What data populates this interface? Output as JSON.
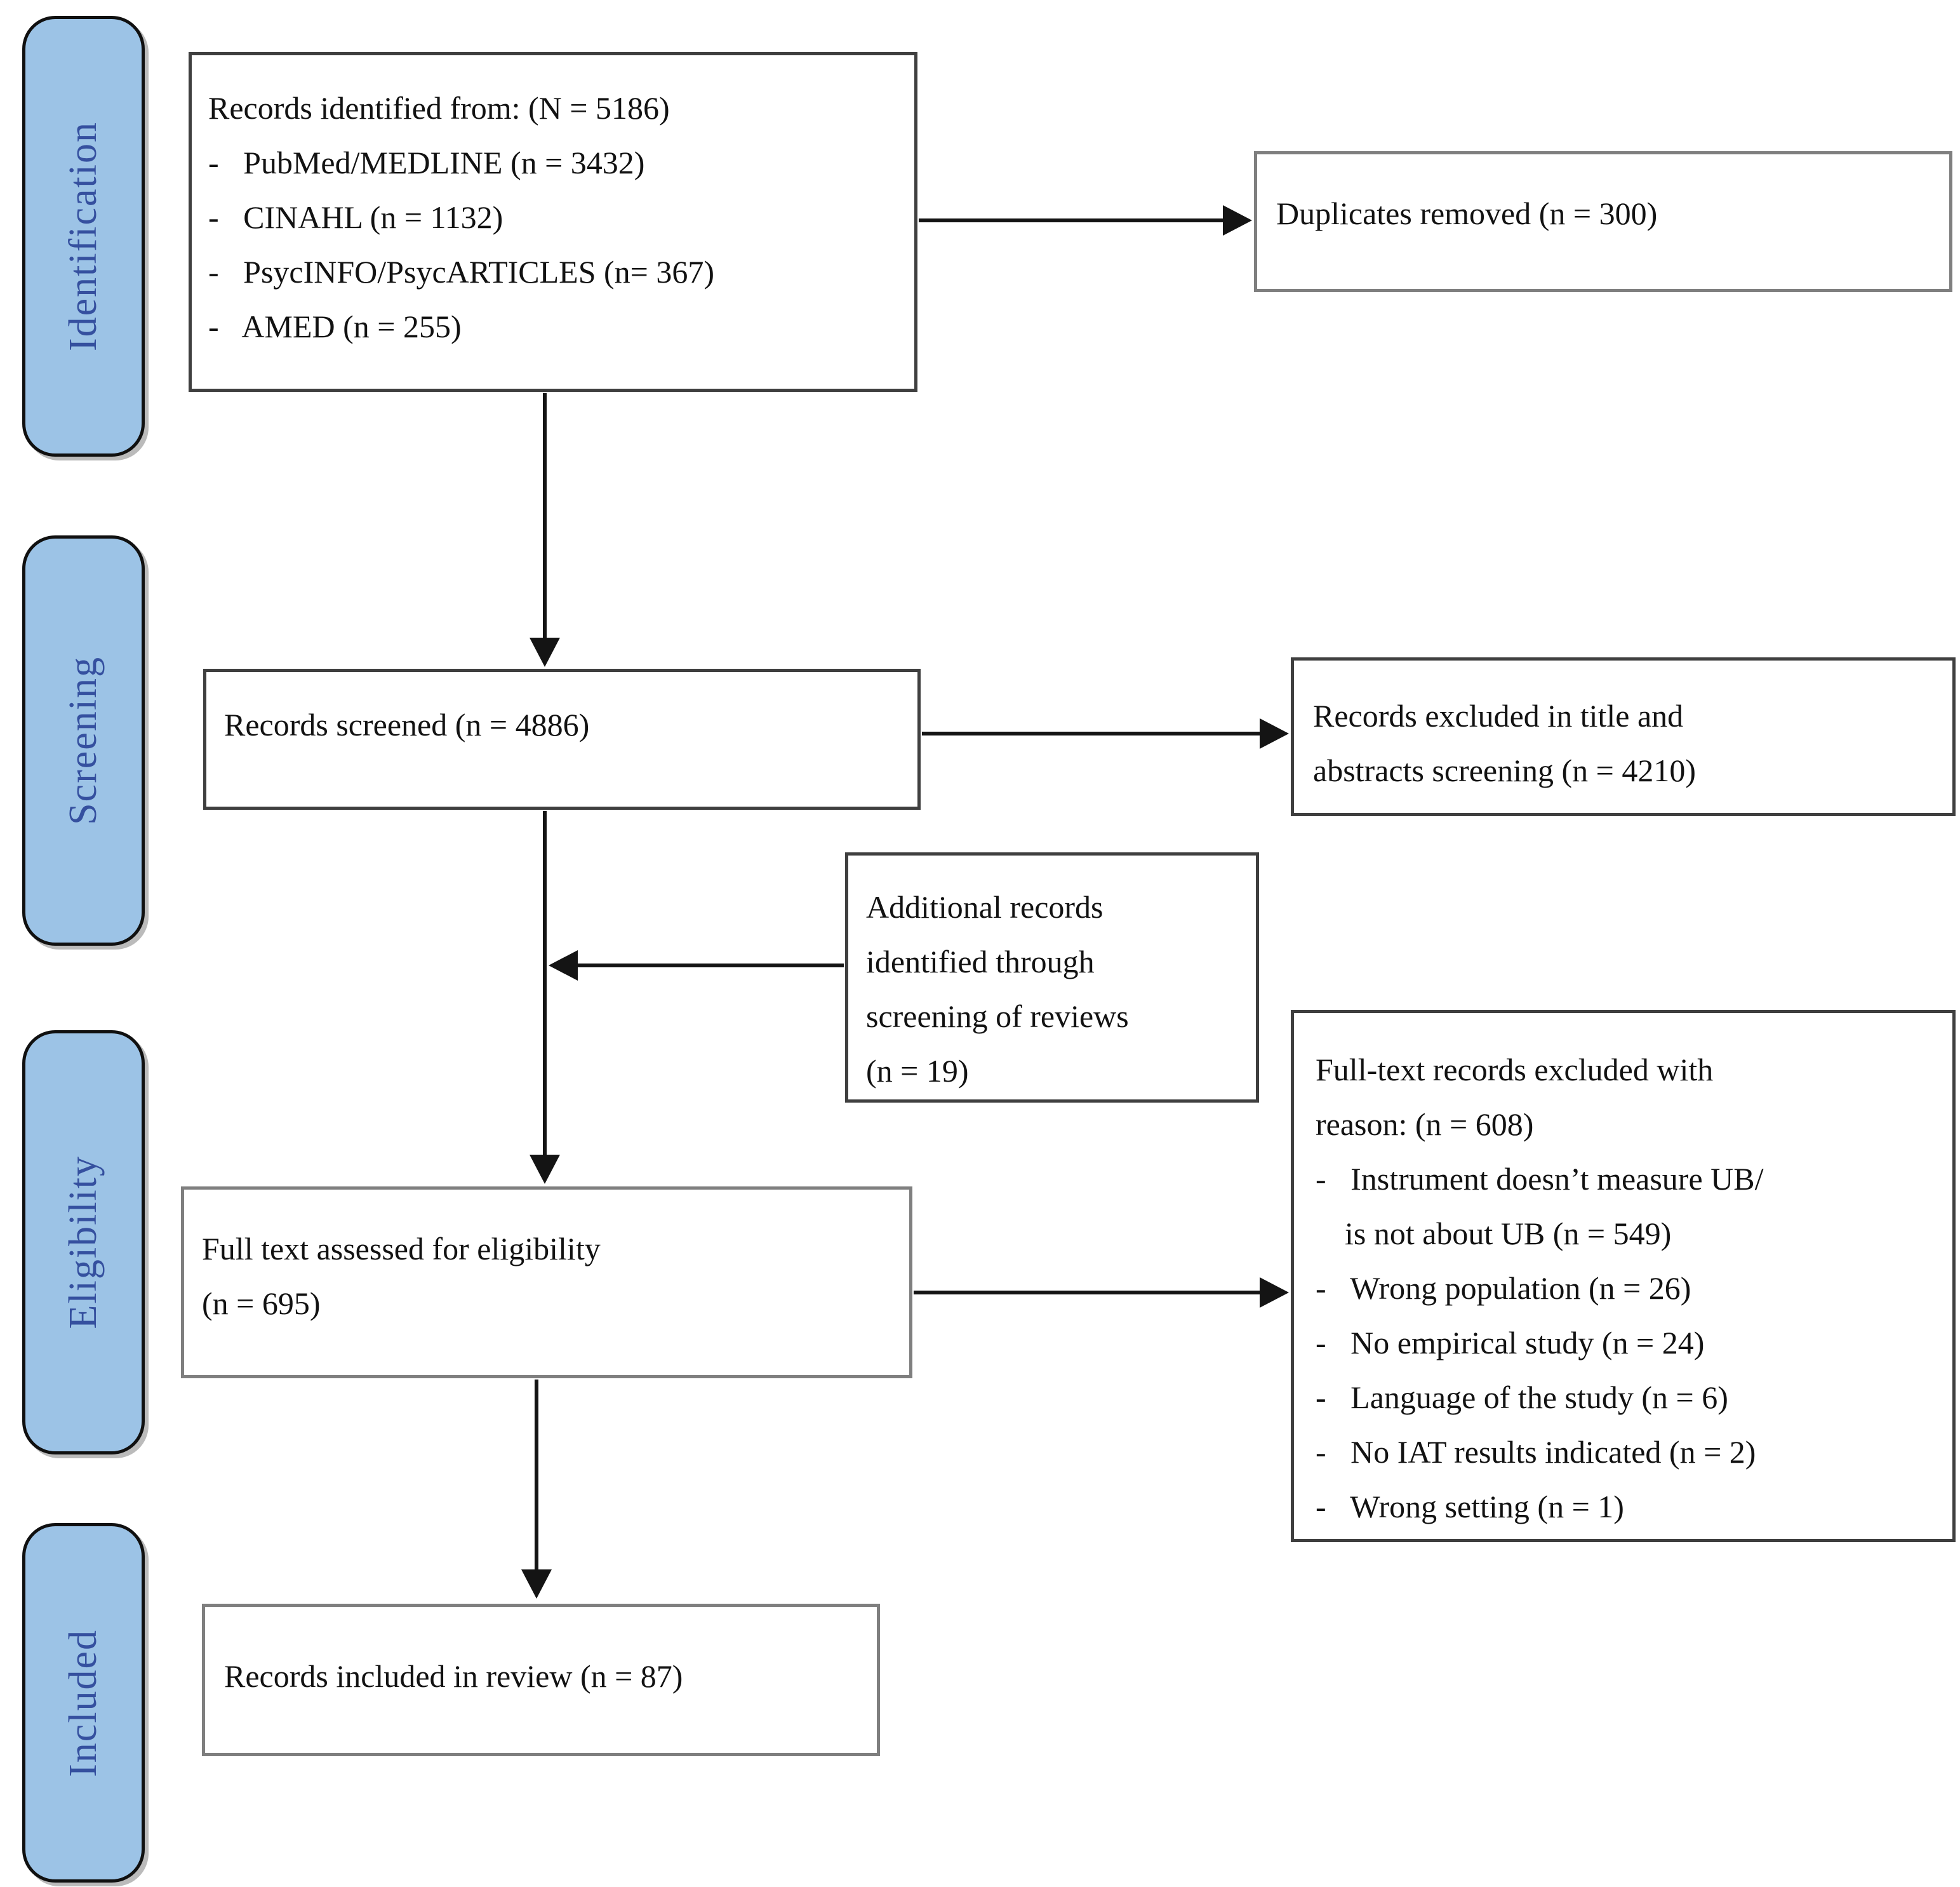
{
  "colors": {
    "stage_fill": "#9CC3E6",
    "stage_text": "#35509F",
    "stage_border": "#101010",
    "box_border": "#3F3F3F",
    "box_border_light": "#7F7F7F",
    "arrow": "#141414",
    "text": "#121212",
    "background": "#FFFFFF"
  },
  "stages": [
    {
      "label": "Identification"
    },
    {
      "label": "Screening"
    },
    {
      "label": "Eligibility"
    },
    {
      "label": "Included"
    }
  ],
  "boxes": {
    "records_identified": {
      "lines": [
        "Records identified from: (N = 5186)",
        "- PubMed/MEDLINE (n = 3432)",
        "- CINAHL (n = 1132)",
        "- PsycINFO/PsycARTICLES (n= 367)",
        "- AMED (n = 255)"
      ]
    },
    "duplicates_removed": {
      "text": "Duplicates removed (n = 300)"
    },
    "records_screened": {
      "text": "Records screened (n = 4886)"
    },
    "records_excluded_screening": {
      "lines": [
        "Records excluded in title and",
        "abstracts screening (n = 4210)"
      ]
    },
    "additional_records": {
      "lines": [
        "Additional records",
        "identified through",
        "screening of reviews",
        "(n = 19)"
      ]
    },
    "full_text_assessed": {
      "lines": [
        "Full text assessed for eligibility",
        "(n = 695)"
      ]
    },
    "full_text_excluded": {
      "lines": [
        "Full-text records excluded with",
        "reason: (n = 608)",
        "- Instrument doesn’t measure UB/",
        "is not about UB (n = 549)",
        "- Wrong population (n = 26)",
        "- No empirical study (n = 24)",
        "- Language of the study (n = 6)",
        "- No IAT results indicated (n = 2)",
        "- Wrong setting (n = 1)"
      ]
    },
    "records_included": {
      "text": "Records included in review (n = 87)"
    }
  }
}
